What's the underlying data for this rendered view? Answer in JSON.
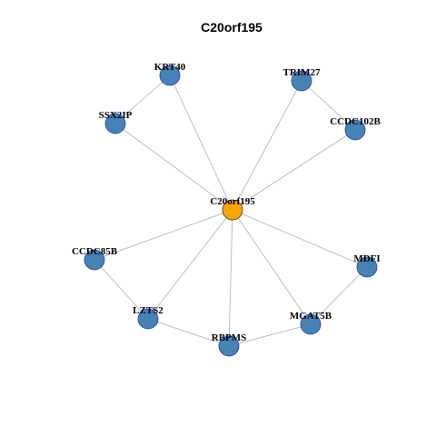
{
  "graph": {
    "title": "C20orf195",
    "colors": {
      "center": "#FFA500",
      "node": "#4682B4",
      "node_border": "#1F3FBF",
      "edge": "#B0B0B0"
    },
    "nodes": [
      {
        "id": "C20orf195",
        "label": "C20orf195",
        "role": "center"
      },
      {
        "id": "KRT40",
        "label": "KRT40",
        "role": "neighbor"
      },
      {
        "id": "TRIM27",
        "label": "TRIM27",
        "role": "neighbor"
      },
      {
        "id": "SSX2IP",
        "label": "SSX2IP",
        "role": "neighbor"
      },
      {
        "id": "CCDC102B",
        "label": "CCDC102B",
        "role": "neighbor"
      },
      {
        "id": "CCDC85B",
        "label": "CCDC85B",
        "role": "neighbor"
      },
      {
        "id": "MDFI",
        "label": "MDFI",
        "role": "neighbor"
      },
      {
        "id": "LZTS2",
        "label": "LZTS2",
        "role": "neighbor"
      },
      {
        "id": "MGAT5B",
        "label": "MGAT5B",
        "role": "neighbor"
      },
      {
        "id": "RBPMS",
        "label": "RBPMS",
        "role": "neighbor"
      }
    ],
    "edges": [
      [
        "C20orf195",
        "KRT40"
      ],
      [
        "C20orf195",
        "TRIM27"
      ],
      [
        "C20orf195",
        "SSX2IP"
      ],
      [
        "C20orf195",
        "CCDC102B"
      ],
      [
        "C20orf195",
        "CCDC85B"
      ],
      [
        "C20orf195",
        "MDFI"
      ],
      [
        "C20orf195",
        "LZTS2"
      ],
      [
        "C20orf195",
        "MGAT5B"
      ],
      [
        "C20orf195",
        "RBPMS"
      ],
      [
        "KRT40",
        "SSX2IP"
      ],
      [
        "TRIM27",
        "CCDC102B"
      ],
      [
        "CCDC85B",
        "LZTS2"
      ],
      [
        "LZTS2",
        "RBPMS"
      ],
      [
        "RBPMS",
        "MGAT5B"
      ],
      [
        "MGAT5B",
        "MDFI"
      ]
    ]
  }
}
